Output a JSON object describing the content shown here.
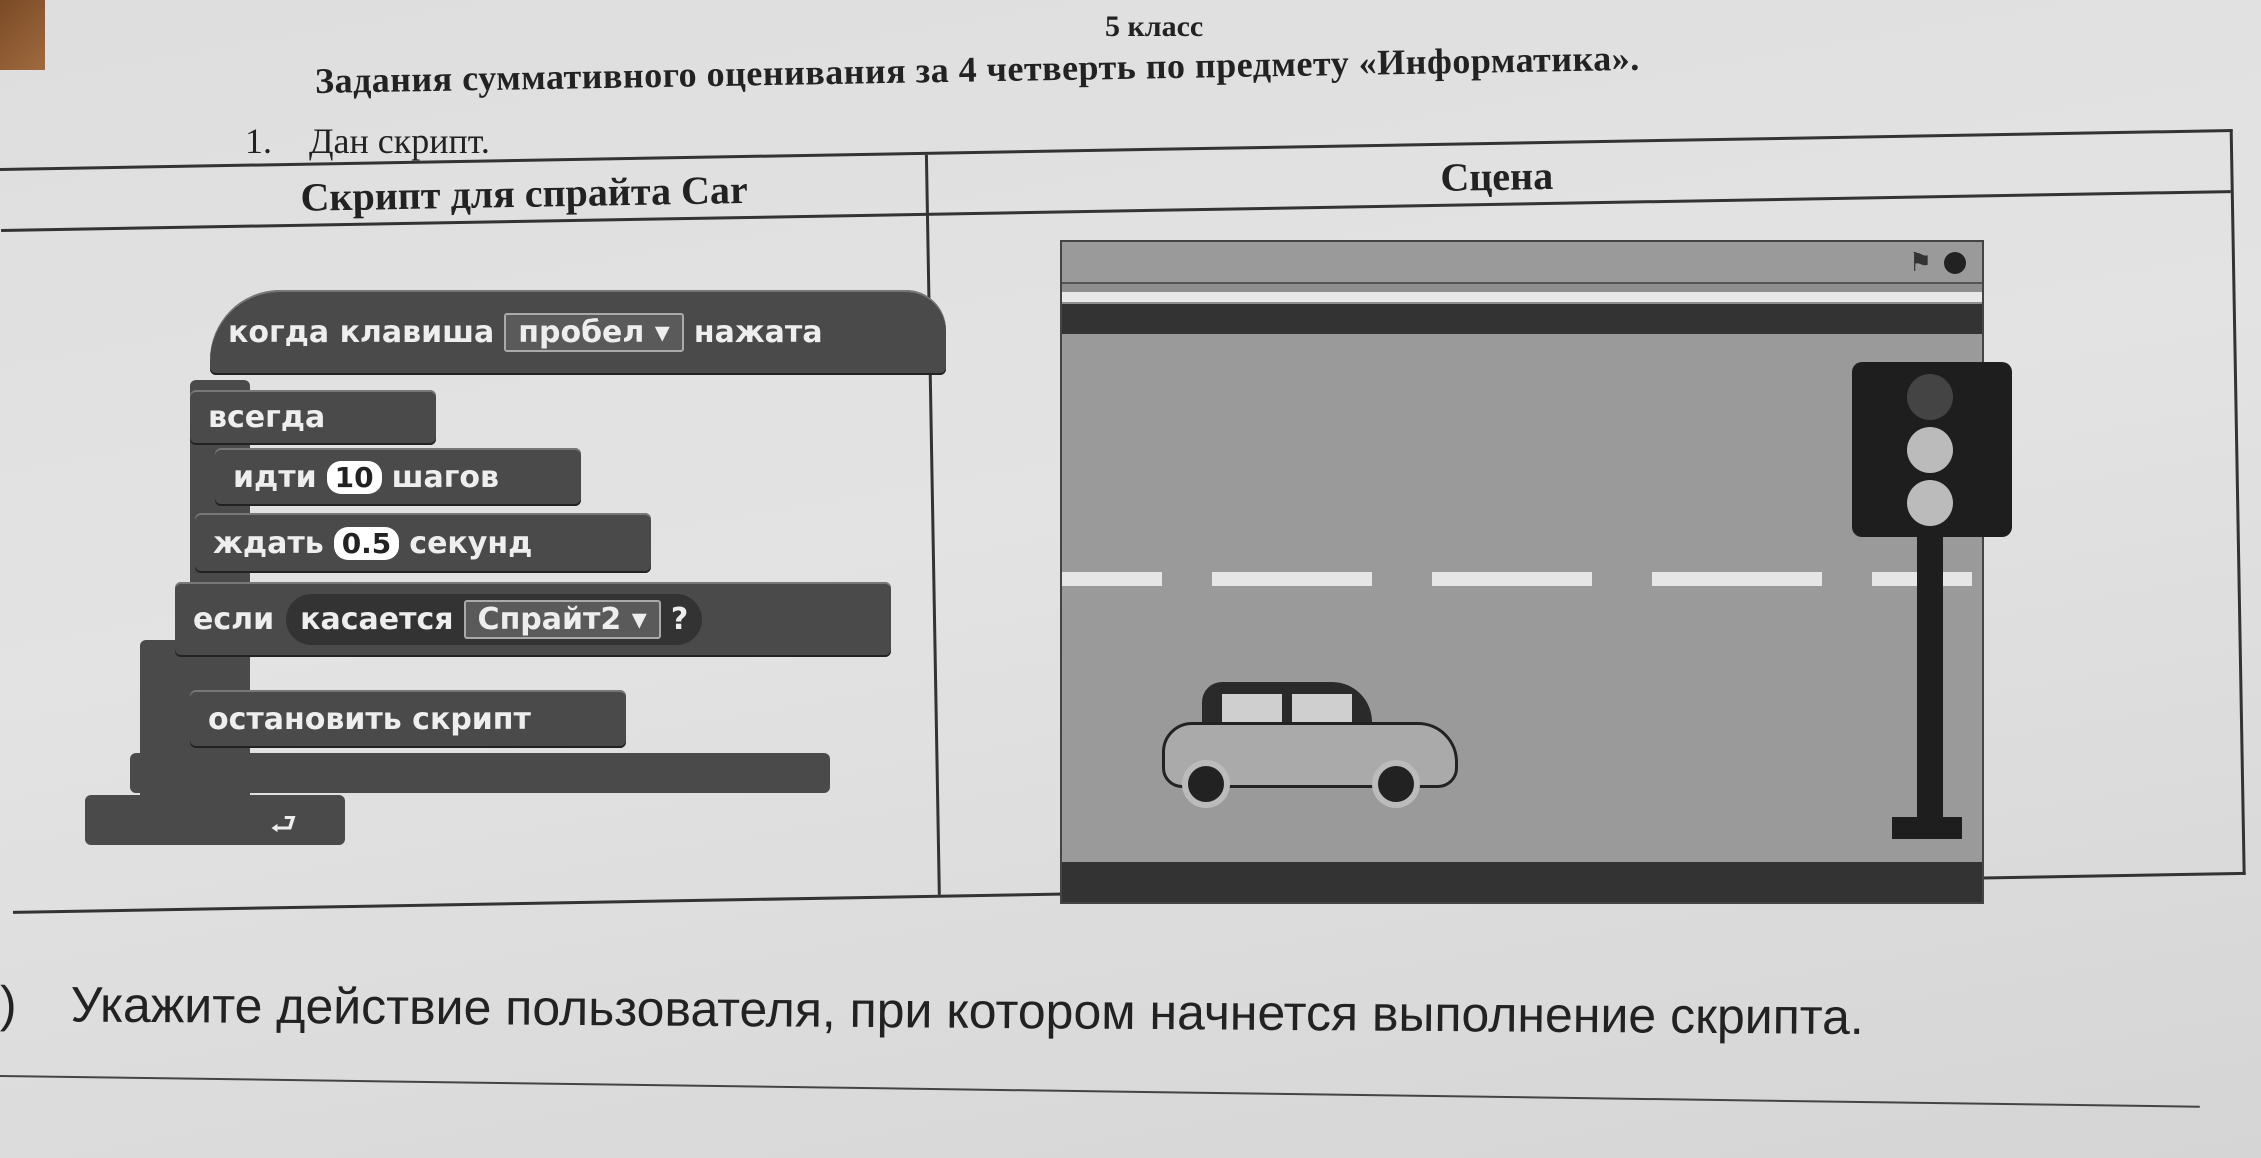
{
  "grade": "5 класс",
  "heading": "Задания суммативного оценивания за 4 четверть по предмету «Информатика».",
  "task1": {
    "number": "1.",
    "text": "Дан скрипт."
  },
  "table": {
    "left_header": "Скрипт для спрайта Car",
    "right_header": "Сцена"
  },
  "script": {
    "hat_prefix": "когда клавиша",
    "hat_key": "пробел",
    "hat_suffix": "нажата",
    "forever": "всегда",
    "move_prefix": "идти",
    "move_value": "10",
    "move_suffix": "шагов",
    "wait_prefix": "ждать",
    "wait_value": "0.5",
    "wait_suffix": "секунд",
    "if_label": "если",
    "touching": "касается",
    "touching_target": "Спрайт2",
    "question": "?",
    "stop": "остановить скрипт"
  },
  "question": {
    "bullet": ")",
    "text": "Укажите действие пользователя, при котором начнется выполнение скрипта."
  }
}
